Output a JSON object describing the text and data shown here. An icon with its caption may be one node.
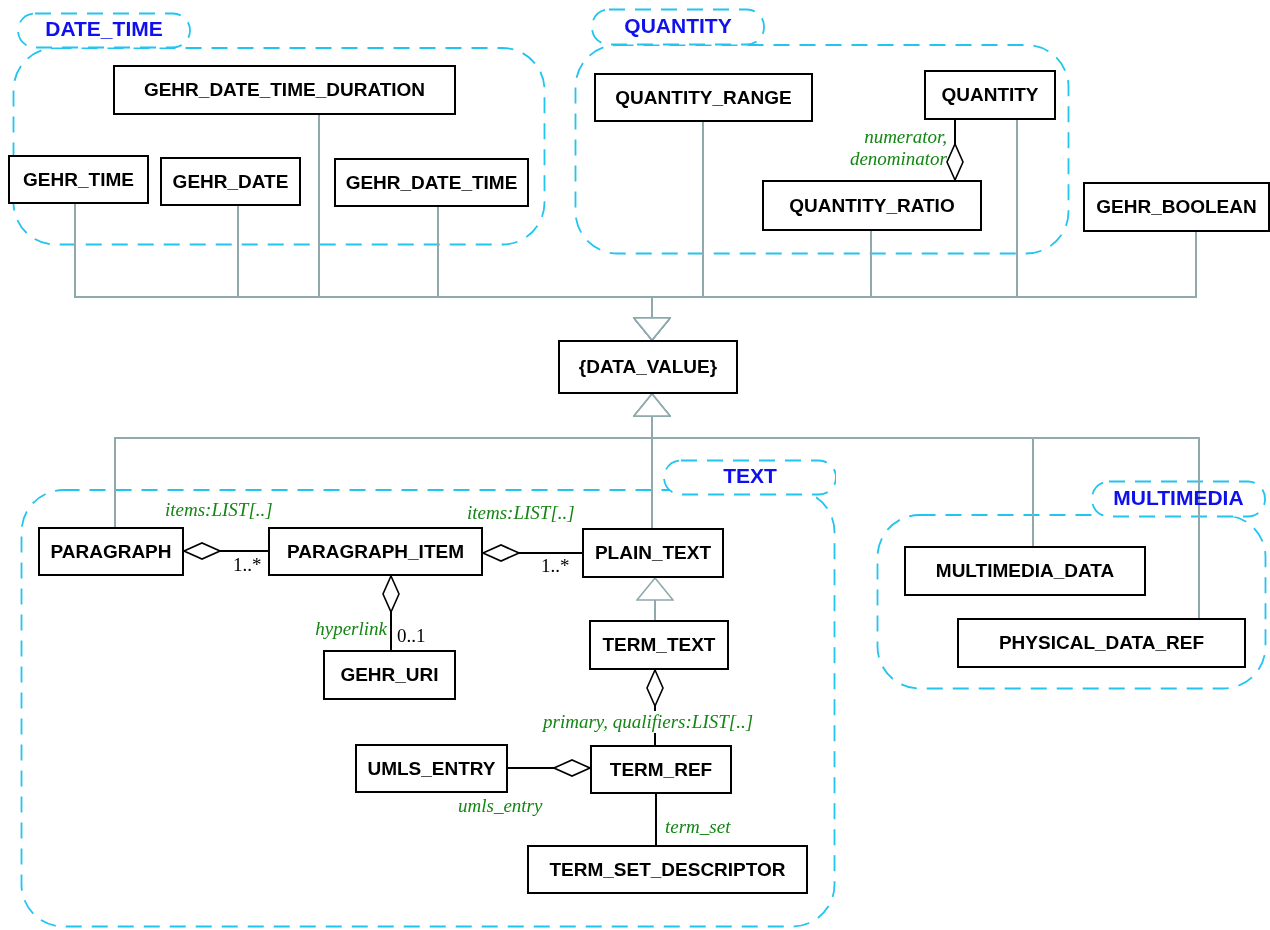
{
  "diagram": {
    "nodes": [
      {
        "text": [
          "DATE_TIME"
        ]
      },
      {
        "text": [
          "GEHR_DATE_TIME_DURATION"
        ],
        "in": 0
      },
      {
        "text": [
          "GEHR_TIME"
        ],
        "in": 0
      },
      {
        "text": [
          "GEHR_DATE"
        ],
        "in": 0
      },
      {
        "text": [
          "GEHR_DATE_TIME"
        ],
        "in": 0
      },
      {
        "text": [
          "QUANTITY"
        ]
      },
      {
        "text": [
          "QUANTITY_RANGE"
        ],
        "in": 5
      },
      {
        "text": [
          "QUANTITY"
        ],
        "in": 5
      },
      {
        "text": [
          "QUANTITY_RATIO"
        ],
        "in": 5
      },
      {
        "text": [
          "GEHR_BOOLEAN"
        ]
      },
      {
        "text": [
          "{DATA_VALUE}"
        ]
      },
      {
        "text": [
          "TEXT"
        ]
      },
      {
        "text": [
          "PARAGRAPH"
        ],
        "in": 11
      },
      {
        "text": [
          "PARAGRAPH_ITEM"
        ],
        "in": 11
      },
      {
        "text": [
          "PLAIN_TEXT"
        ],
        "in": 11
      },
      {
        "text": [
          "GEHR_URI"
        ],
        "in": 11
      },
      {
        "text": [
          "TERM_TEXT"
        ],
        "in": 11
      },
      {
        "text": [
          "UMLS_ENTRY"
        ],
        "in": 11
      },
      {
        "text": [
          "TERM_REF"
        ],
        "in": 11
      },
      {
        "text": [
          "TERM_SET_DESCRIPTOR"
        ],
        "in": 11
      },
      {
        "text": [
          "MULTIMEDIA"
        ]
      },
      {
        "text": [
          "MULTIMEDIA_DATA"
        ],
        "in": 20
      },
      {
        "text": [
          "PHYSICAL_DATA_REF"
        ],
        "in": 20
      }
    ],
    "edges": [
      {
        "from": 2,
        "to": 10,
        "arrow": "to"
      },
      {
        "from": 3,
        "to": 10,
        "arrow": "to"
      },
      {
        "from": 1,
        "to": 10,
        "arrow": "to"
      },
      {
        "from": 4,
        "to": 10,
        "arrow": "to"
      },
      {
        "from": 6,
        "to": 10,
        "arrow": "to"
      },
      {
        "from": 8,
        "to": 10,
        "arrow": "to"
      },
      {
        "from": 7,
        "to": 10,
        "arrow": "to"
      },
      {
        "from": 9,
        "to": 10,
        "arrow": "to"
      },
      {
        "from": 12,
        "to": 10,
        "arrow": "to"
      },
      {
        "from": 14,
        "to": 10,
        "arrow": "to"
      },
      {
        "from": 21,
        "to": 10,
        "arrow": "to"
      },
      {
        "from": 22,
        "to": 10,
        "arrow": "to"
      },
      {
        "from": 16,
        "to": 14,
        "arrow": "to"
      },
      {
        "from": 8,
        "to": 7,
        "arrow": "other",
        "label": "numerator, denominator",
        "color": "#000000"
      },
      {
        "from": 12,
        "to": 13,
        "arrow": "other",
        "label": "items:LIST[..]",
        "color": "#000000"
      },
      {
        "from": 13,
        "to": 14,
        "arrow": "other",
        "label": "items:LIST[..]",
        "color": "#000000"
      },
      {
        "from": 13,
        "to": 15,
        "arrow": "other",
        "label": "hyperlink",
        "color": "#000000"
      },
      {
        "from": 16,
        "to": 18,
        "arrow": "other",
        "label": "primary, qualifiers:LIST[..]",
        "color": "#000000"
      },
      {
        "from": 18,
        "to": 17,
        "arrow": "other",
        "label": "umls_entry",
        "color": "#000000"
      },
      {
        "from": 18,
        "to": 19,
        "arrow": "none",
        "label": "term_set",
        "color": "#000000"
      }
    ],
    "labels": [
      "1..*",
      "1..*",
      "0..1"
    ]
  }
}
